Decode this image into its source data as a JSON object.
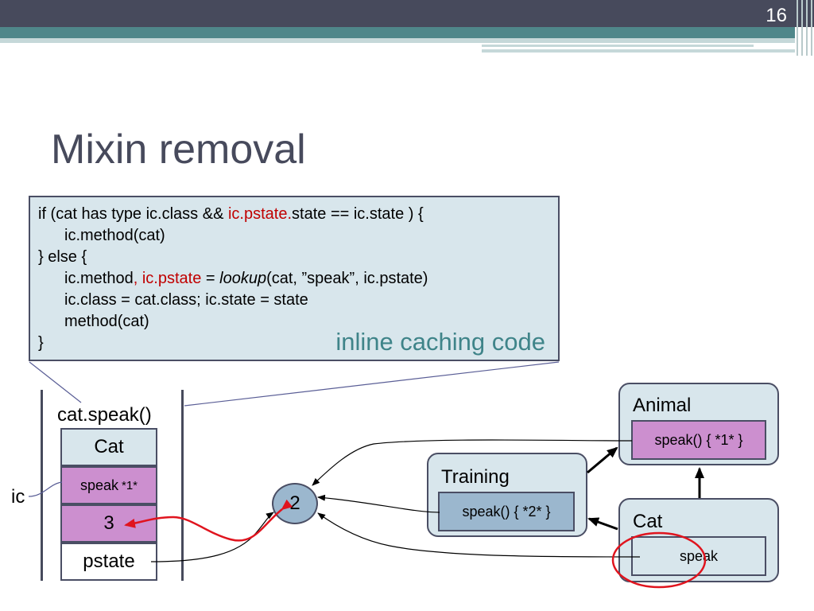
{
  "slide": {
    "number": "16",
    "title": "Mixin removal"
  },
  "code": {
    "line1": {
      "a": "if (cat has type ic.class && ",
      "b": "ic.pstate.",
      "c": "state == ic.state ) {"
    },
    "line2": "ic.method(cat)",
    "line3": "} else {",
    "line4": {
      "a": "ic.method",
      "b": ", ic.pstate",
      "c": " = ",
      "d": "lookup",
      "e": "(cat, ”speak”, ic.pstate)"
    },
    "line5": "ic.class = cat.class; ic.state = state",
    "line6": "method(cat)",
    "line7": "}",
    "caption": "inline caching code"
  },
  "stack": {
    "label": "cat.speak()",
    "cells": {
      "cat": "Cat",
      "speak": "speak",
      "speak_tag": "*1*",
      "three": "3",
      "pstate": "pstate"
    },
    "ic_label": "ic"
  },
  "node": {
    "label": "2"
  },
  "classes": {
    "animal": {
      "title": "Animal",
      "method": "speak() { *1* }"
    },
    "training": {
      "title": "Training",
      "method": "speak() { *2* }"
    },
    "cat": {
      "title": "Cat",
      "method": "speak"
    }
  },
  "colors": {
    "header": "#474A5C",
    "teal": "#4F878A",
    "box_fill": "#D8E6EC",
    "method_purple": "#CC8FCF",
    "method_blue": "#9BB7CE",
    "highlight_red": "#E0141E",
    "caption_teal": "#3F8489"
  }
}
